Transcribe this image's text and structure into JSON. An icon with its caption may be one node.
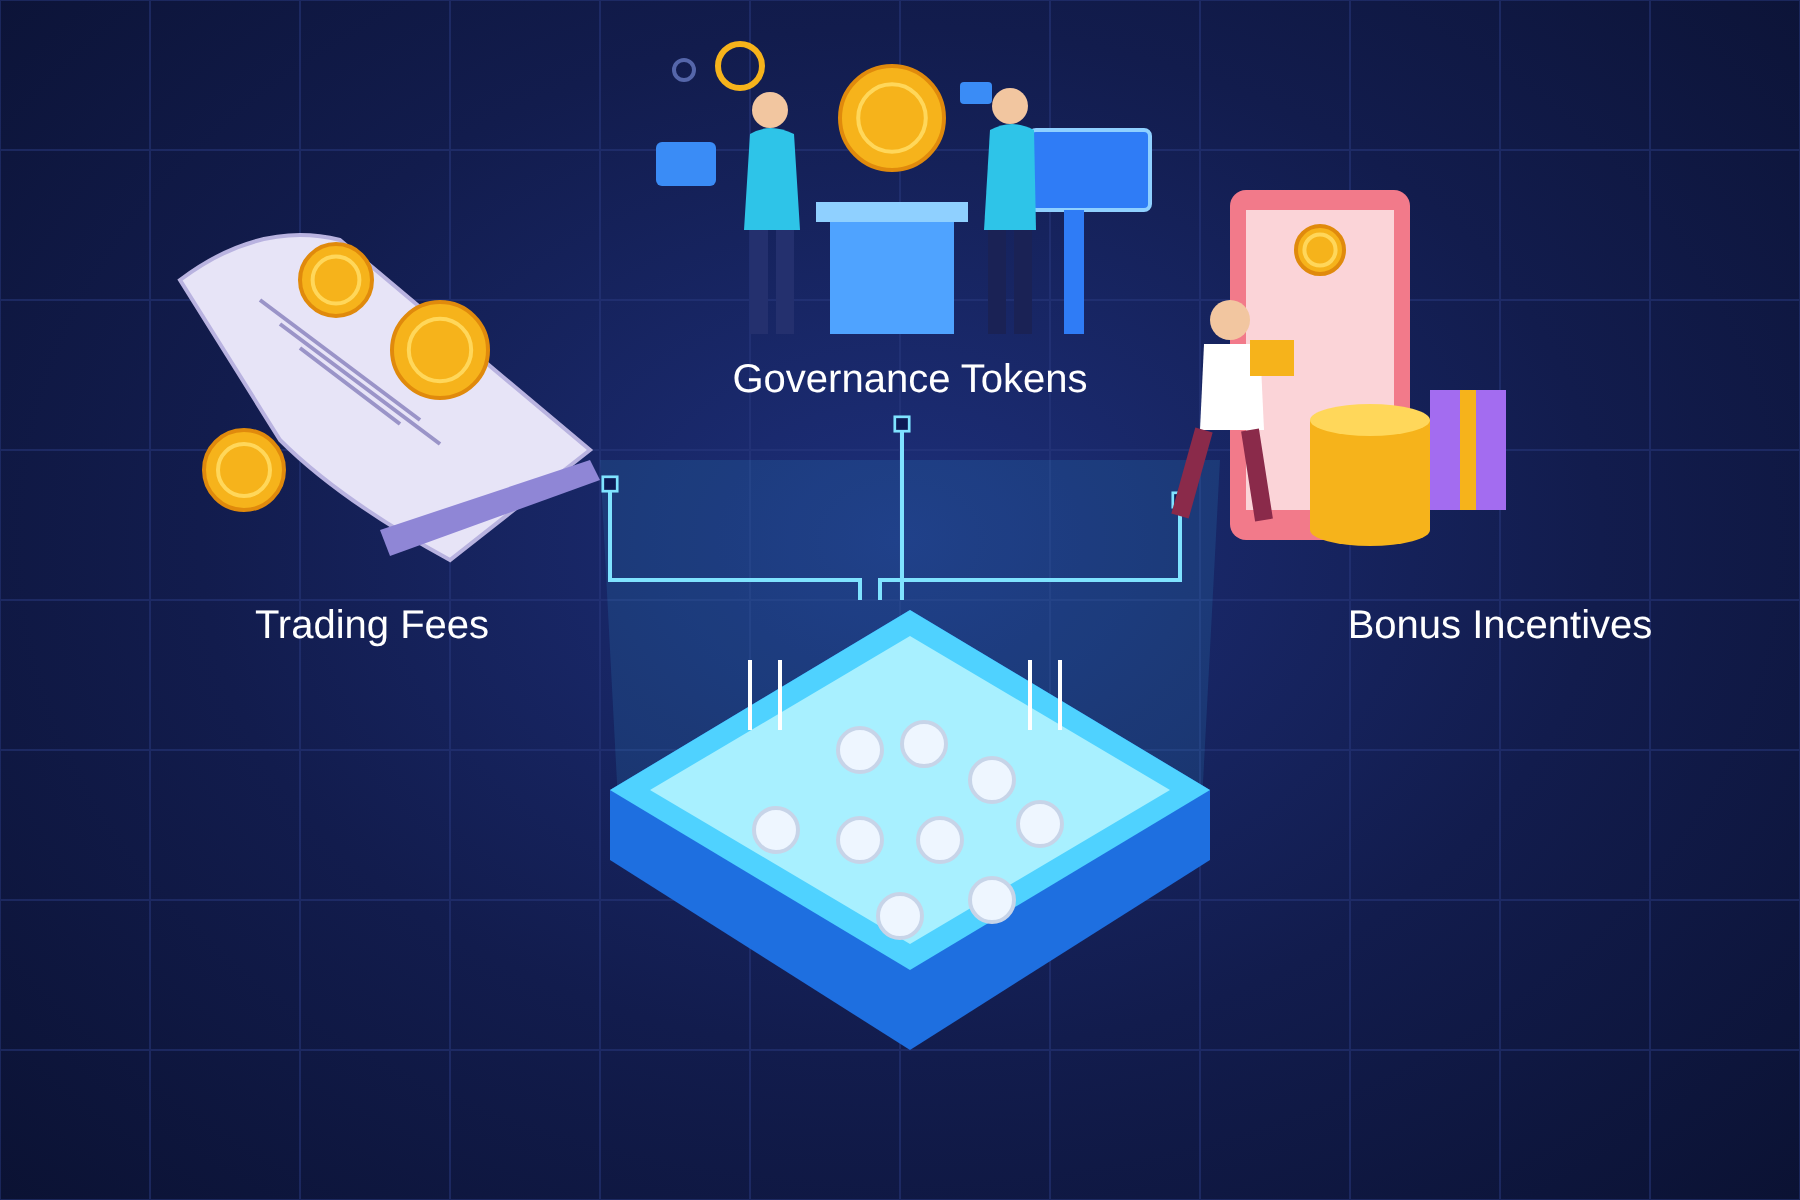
{
  "diagram": {
    "nodes": [
      {
        "text": [
          "Governance Tokens"
        ]
      },
      {
        "text": [
          "Trading Fees"
        ]
      },
      {
        "text": [
          "Bonus Incentives"
        ]
      },
      {
        "text": [],
        "shape": "picture"
      }
    ],
    "edges": [
      {
        "from": 3,
        "to": 0,
        "arrow": "other"
      },
      {
        "from": 3,
        "to": 1,
        "arrow": "other"
      },
      {
        "from": 3,
        "to": 2,
        "arrow": "other"
      }
    ]
  }
}
